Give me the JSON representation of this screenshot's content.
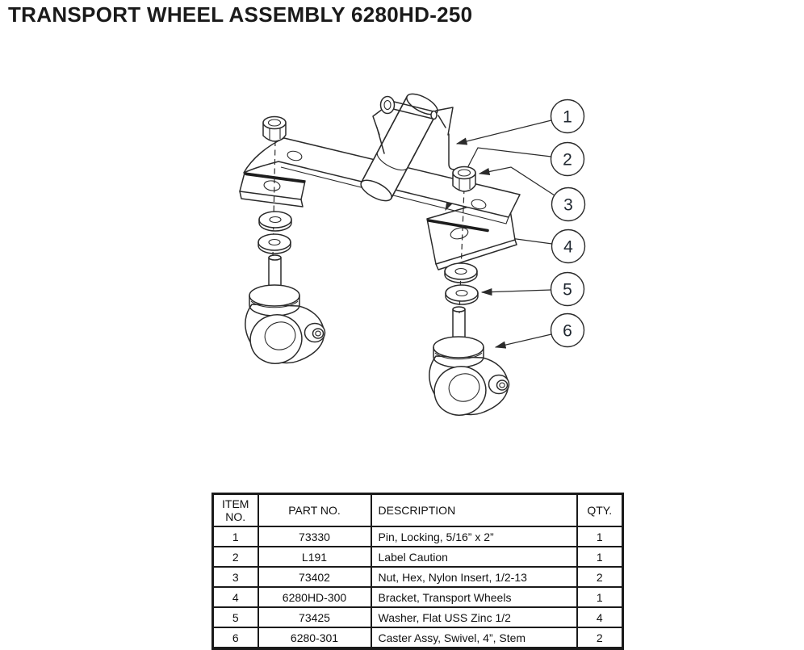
{
  "title": "TRANSPORT WHEEL ASSEMBLY 6280HD-250",
  "diagram": {
    "callouts": [
      {
        "num": "1",
        "part": "locking-pin"
      },
      {
        "num": "2",
        "part": "caution-label"
      },
      {
        "num": "3",
        "part": "hex-nut"
      },
      {
        "num": "4",
        "part": "transport-wheel-bracket"
      },
      {
        "num": "5",
        "part": "flat-washer"
      },
      {
        "num": "6",
        "part": "caster-assembly"
      }
    ]
  },
  "table": {
    "headers": [
      "ITEM\nNO.",
      "PART NO.",
      "DESCRIPTION",
      "QTY."
    ],
    "rows": [
      [
        "1",
        "73330",
        "Pin, Locking, 5/16” x 2”",
        "1"
      ],
      [
        "2",
        "L191",
        "Label Caution",
        "1"
      ],
      [
        "3",
        "73402",
        "Nut, Hex, Nylon Insert, 1/2-13",
        "2"
      ],
      [
        "4",
        "6280HD-300",
        "Bracket, Transport Wheels",
        "1"
      ],
      [
        "5",
        "73425",
        "Washer, Flat USS Zinc 1/2",
        "4"
      ],
      [
        "6",
        "6280-301",
        "Caster Assy, Swivel, 4”, Stem",
        "2"
      ]
    ]
  }
}
